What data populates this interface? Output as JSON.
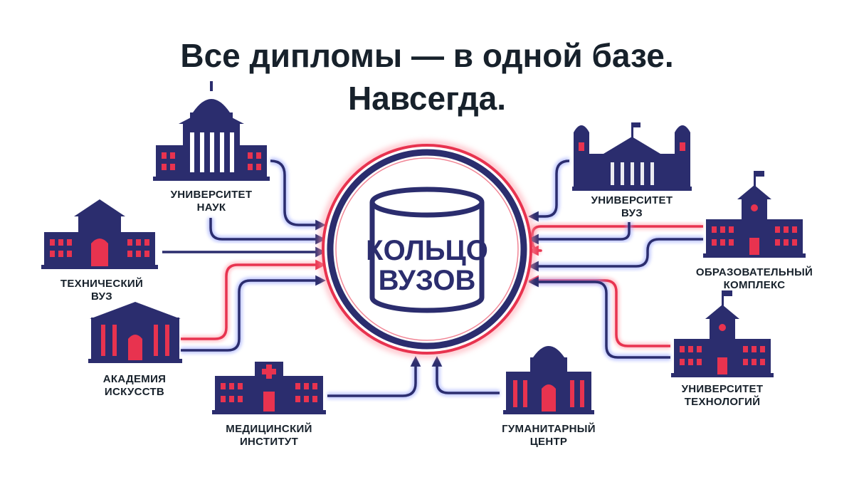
{
  "title": {
    "line1": "Все дипломы — в одной базе.",
    "line2": "Навсегда."
  },
  "hub": {
    "line1": "КОЛЬЦО",
    "line2": "ВУЗОВ"
  },
  "nodes": [
    {
      "id": "university-science",
      "line1": "УНИВЕРСИТЕТ",
      "line2": "НАУК"
    },
    {
      "id": "technical-university",
      "line1": "ТЕХНИЧЕСКИЙ",
      "line2": "ВУЗ"
    },
    {
      "id": "arts-academy",
      "line1": "АКАДЕМИЯ",
      "line2": "ИСКУССТВ"
    },
    {
      "id": "medical-institute",
      "line1": "МЕДИЦИНСКИЙ",
      "line2": "ИНСТИТУТ"
    },
    {
      "id": "humanities-center",
      "line1": "ГУМАНИТАРНЫЙ",
      "line2": "ЦЕНТР"
    },
    {
      "id": "university-technology",
      "line1": "УНИВЕРСИТЕТ",
      "line2": "ТЕХНОЛОГИЙ"
    },
    {
      "id": "educational-complex",
      "line1": "ОБРАЗОВАТЕЛЬНЫЙ",
      "line2": "КОМПЛЕКС"
    },
    {
      "id": "university-vuz",
      "line1": "УНИВЕРСИТЕТ",
      "line2": "ВУЗ"
    }
  ],
  "colors": {
    "navy": "#2b2d6e",
    "red": "#e8334f",
    "text": "#17212b",
    "blue_glow": "#8e9bff",
    "red_glow": "#ff9aa6"
  },
  "icons": {
    "building": "building-icon",
    "hub": "database-cylinder-icon",
    "arrow": "arrow-icon"
  }
}
